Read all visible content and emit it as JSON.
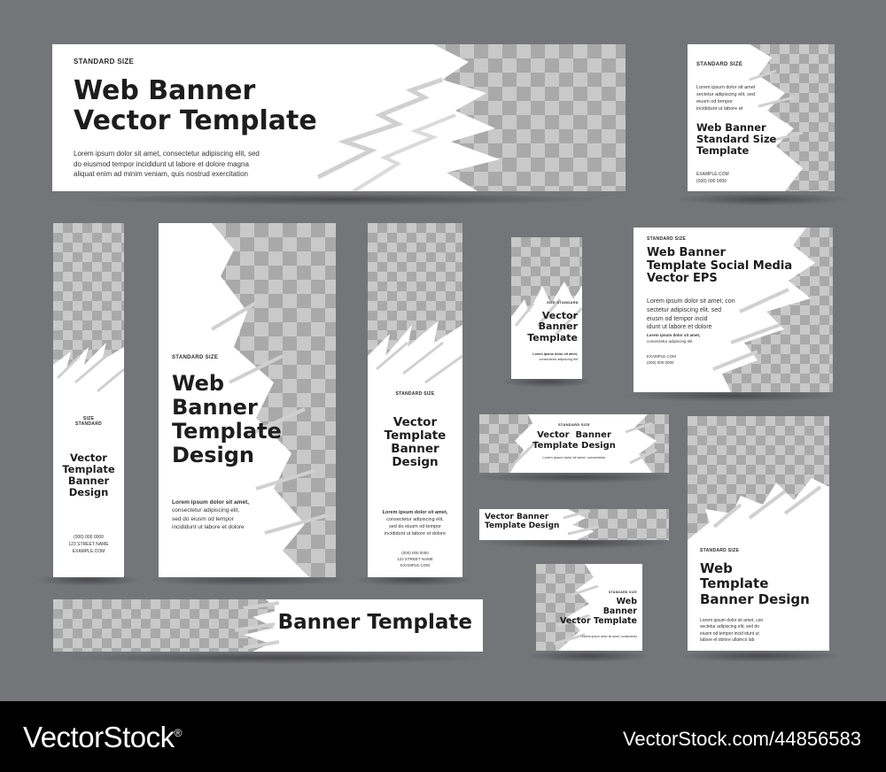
{
  "banners": {
    "b1": {
      "tag": "STANDARD SIZE",
      "title_l1": "Web Banner",
      "title_l2": "Vector Template",
      "lorem_l1": "Lorem ipsum dolor sit amet, consectetur adipiscing elit, sed",
      "lorem_l2": "do eiusmod tempor incididunt ut labore et dolore magna",
      "lorem_l3": "aliquat enim ad minim veniam, quis nostrud exercitation"
    },
    "b2": {
      "tag": "STANDARD SIZE",
      "lorem_l1": "Lorem ipsum dolor sit amet",
      "lorem_l2": "sectetur adipiscing elit, sed",
      "lorem_l3": "eiusm od tempor",
      "lorem_l4": "incididunt ut labore et",
      "title_l1": "Web Banner",
      "title_l2": "Standard Size",
      "title_l3": "Template",
      "contact_l1": "EXAMPLE.COM",
      "contact_l2": "(000) 000 0000"
    },
    "b3": {
      "tag_l1": "SIZE",
      "tag_l2": "STANDARD",
      "title_l1": "Vector",
      "title_l2": "Template",
      "title_l3": "Banner",
      "title_l4": "Design",
      "contact_l1": "(000) 000 0000",
      "contact_l2": "123 STREET NAME",
      "contact_l3": "EXAMPLE.COM"
    },
    "b4": {
      "tag": "STANDARD SIZE",
      "title_l1": "Web",
      "title_l2": "Banner",
      "title_l3": "Template",
      "title_l4": "Design",
      "lorem_l1": "Lorem ipsum dolor sit amet,",
      "lorem_l2": "consectetur adipiscing elit,",
      "lorem_l3": "sed do eiusm od tempor",
      "lorem_l4": "incididunt ut labore et dolore"
    },
    "b5": {
      "tag": "STANDARD SIZE",
      "title_l1": "Vector",
      "title_l2": "Template",
      "title_l3": "Banner",
      "title_l4": "Design",
      "lorem_l1": "Lorem ipsum dolor sit amet,",
      "lorem_l2": "consectetur adipiscing elit,",
      "lorem_l3": "sed do eiusm od tempor",
      "lorem_l4": "incididunt ut labore et dolore",
      "contact_l1": "(000) 000 0000",
      "contact_l2": "123 STREET NAME",
      "contact_l3": "EXAMPLE.COM"
    },
    "b6": {
      "tag": "SIZE STANDARD",
      "title_l1": "Vector",
      "title_l2": "Banner",
      "title_l3": "Template",
      "lorem_l1": "Lorem ipsum dolor sit amet,",
      "lorem_l2": "consectetur adipiscing elit"
    },
    "b7": {
      "tag": "STANDARD SIZE",
      "title_l1": "Web Banner",
      "title_l2": "Template Social Media",
      "title_l3": "Vector EPS",
      "lorem_l1": "Lorem ipsum dolor sit amet, con",
      "lorem_l2": "sectetur adipiscing elit, sed",
      "lorem_l3": "eiusm od tempor incid",
      "lorem_l4": "idunt ut labore et dolore",
      "lorem_l5": "Lorem ipsum dolor sit amet,",
      "lorem_l6": "consectetur adipiscing elit",
      "contact_l1": "EXAMPLE.COM",
      "contact_l2": "(000) 000 0000"
    },
    "b8": {
      "tag": "STANDARD SIZE",
      "title_l1": "Vector  Banner",
      "title_l2": "Template Design",
      "lorem_l1": "Lorem ipsum dolor sit amet, consectetur"
    },
    "b9": {
      "title_l1": "Vector Banner",
      "title_l2": "Template Design"
    },
    "b10": {
      "title": "Banner Template"
    },
    "b11": {
      "tag": "STANDARD SIZE",
      "title_l1": "Web",
      "title_l2": "Banner",
      "title_l3": "Vector Template",
      "lorem_l1": "Lorem ipsum dolor sit amet, consectetur"
    },
    "b12": {
      "tag": "STANDARD SIZE",
      "title_l1": "Web",
      "title_l2": "Template",
      "title_l3": "Banner Design",
      "lorem_l1": "Lorem ipsum dolor sit amet, con",
      "lorem_l2": "sectetur adipiscing elit, sed do",
      "lorem_l3": "eiusm od tempor incid idunt ut",
      "lorem_l4": "labore et dolore ullamco lab"
    }
  },
  "footer": {
    "logo": "VectorStock",
    "registered": "®",
    "url": "VectorStock.com/44856583"
  },
  "colors": {
    "background": "#747579",
    "banner": "#ffffff",
    "checker_light": "#c9c9c9",
    "checker_dark": "#a9a9a9",
    "text": "#1d1d1d",
    "footer": "#000000"
  }
}
